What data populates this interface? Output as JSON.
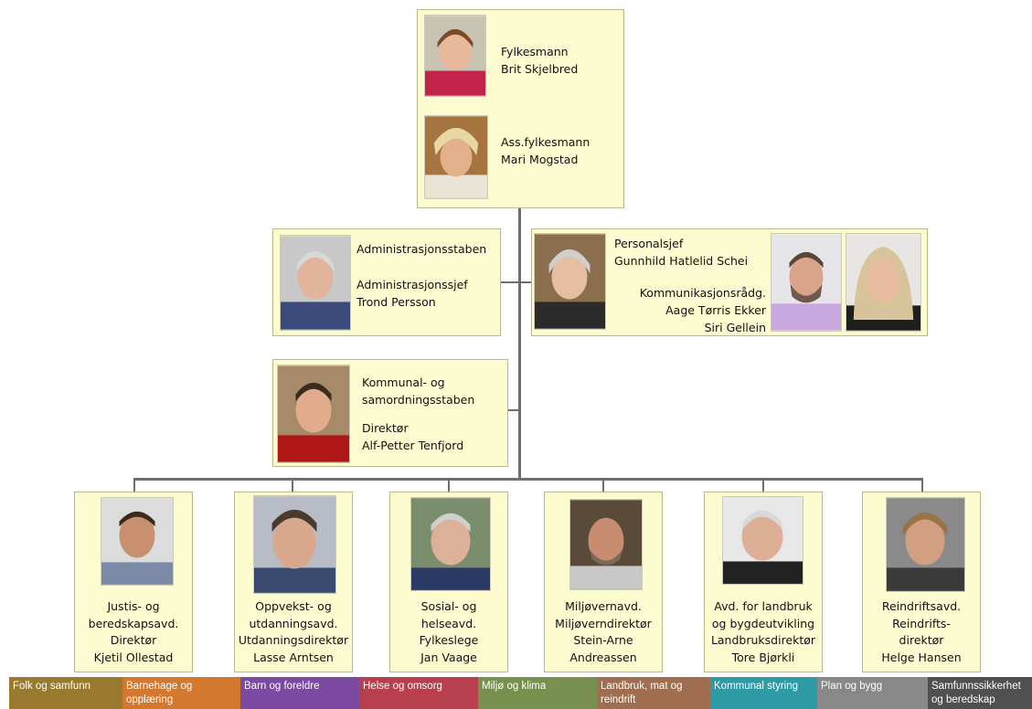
{
  "top": {
    "person1": {
      "title": "Fylkesmann",
      "name": "Brit Skjelbred"
    },
    "person2": {
      "title": "Ass.fylkesmann",
      "name": "Mari Mogstad"
    }
  },
  "admin": {
    "unit": "Administrasjonsstaben",
    "title": "Administrasjonssjef",
    "name": "Trond Persson"
  },
  "personal": {
    "title": "Personalsjef",
    "name": "Gunnhild Hatlelid Schei",
    "komm_title": "Kommunikasjonsrådg.",
    "komm_name1": "Aage Tørris Ekker",
    "komm_name2": "Siri Gellein"
  },
  "kommunal": {
    "unit_line1": "Kommunal- og",
    "unit_line2": "samordningsstaben",
    "title": "Direktør",
    "name": "Alf-Petter Tenfjord"
  },
  "departments": [
    {
      "lines": [
        "Justis- og",
        "beredskapsavd.",
        "Direktør",
        "Kjetil Ollestad"
      ]
    },
    {
      "lines": [
        "Oppvekst- og",
        "utdanningsavd.",
        "Utdanningsdirektør",
        "Lasse Arntsen"
      ]
    },
    {
      "lines": [
        "Sosial- og",
        "helseavd.",
        "Fylkeslege",
        "Jan Vaage"
      ]
    },
    {
      "lines": [
        "Miljøvernavd.",
        "Miljøverndirektør",
        "Stein-Arne",
        "Andreassen"
      ]
    },
    {
      "lines": [
        "Avd. for landbruk",
        "og bygdeutvikling",
        "Landbruksdirektør",
        "Tore Bjørkli"
      ]
    },
    {
      "lines": [
        "Reindriftsavd.",
        "Reindrifts-",
        "direktør",
        "Helge Hansen"
      ]
    }
  ],
  "bottom_bar": [
    {
      "line1": "Folk og samfunn",
      "line2": "",
      "color": "#9a7a2e"
    },
    {
      "line1": "Barnehage  og",
      "line2": "opplæring",
      "color": "#d2782f"
    },
    {
      "line1": "Barn og foreldre",
      "line2": "",
      "color": "#7c4aa0"
    },
    {
      "line1": "Helse og omsorg",
      "line2": "",
      "color": "#b8404e"
    },
    {
      "line1": "Miljø og klima",
      "line2": "",
      "color": "#78904e"
    },
    {
      "line1": "Landbruk, mat og",
      "line2": "reindrift",
      "color": "#a06e4e"
    },
    {
      "line1": "Kommunal styring",
      "line2": "",
      "color": "#2e9aa6"
    },
    {
      "line1": "Plan og bygg",
      "line2": "",
      "color": "#888888"
    },
    {
      "line1": "Samfunnssikkerhet",
      "line2": "og beredskap",
      "color": "#505050"
    }
  ]
}
